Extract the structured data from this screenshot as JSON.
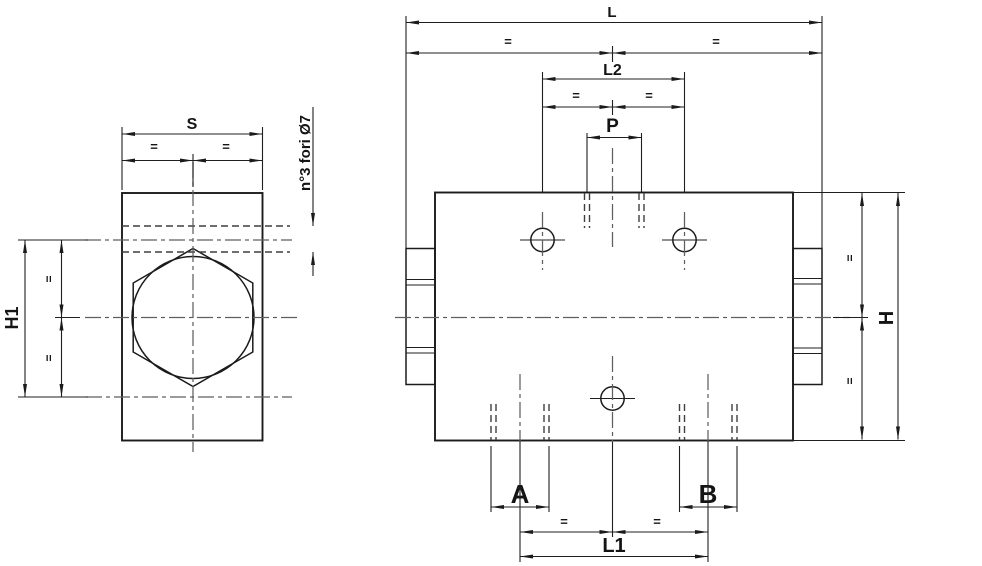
{
  "drawing": {
    "background": "#ffffff",
    "ink": "#1b1b1b",
    "centerline_color": "#5f5f5f",
    "labels": {
      "s": "S",
      "h1": "H1",
      "l": "L",
      "l2": "L2",
      "p": "P",
      "a": "A",
      "b": "B",
      "l1": "L1",
      "h": "H",
      "equal": "=",
      "holes_note": "n°3 fori Ø7"
    }
  }
}
